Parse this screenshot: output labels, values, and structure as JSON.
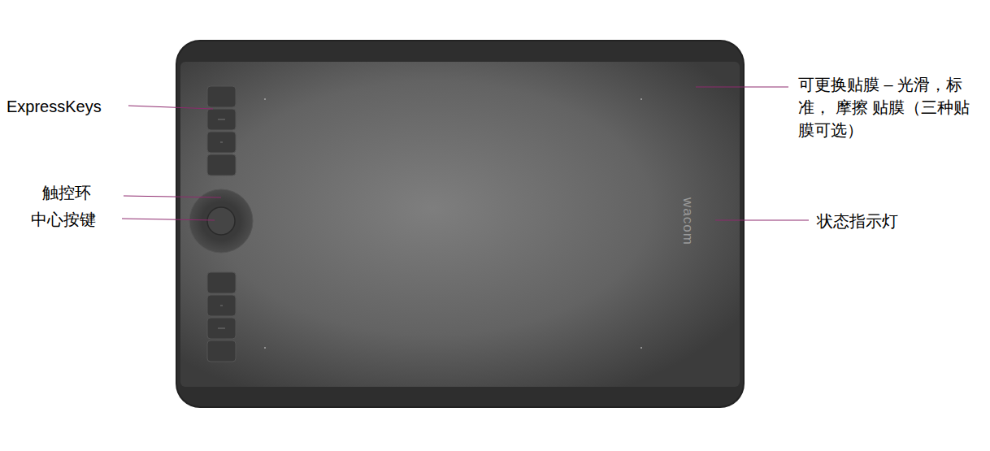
{
  "diagram": {
    "labels": [
      "ExpressKeys",
      "触控环",
      "中心按键",
      "可更换贴膜 – 光滑，标准， 摩擦 贴膜（三种贴膜可选）",
      "状态指示灯",
      "wacom"
    ]
  }
}
